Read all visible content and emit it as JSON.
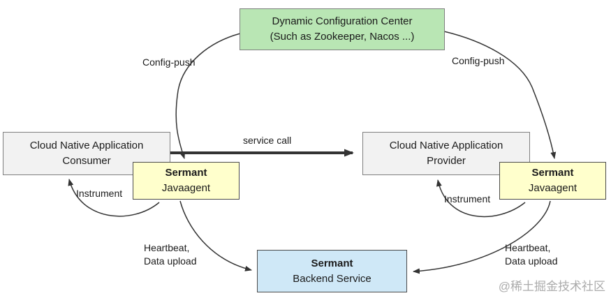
{
  "diagram": {
    "nodes": {
      "config_center": {
        "title": "Dynamic Configuration Center",
        "subtitle": "(Such as Zookeeper, Nacos ...)"
      },
      "consumer": {
        "title": "Cloud Native Application",
        "subtitle": "Consumer"
      },
      "provider": {
        "title": "Cloud Native Application",
        "subtitle": "Provider"
      },
      "agent_consumer": {
        "title": "Sermant",
        "subtitle": "Javaagent"
      },
      "agent_provider": {
        "title": "Sermant",
        "subtitle": "Javaagent"
      },
      "backend": {
        "title": "Sermant",
        "subtitle": "Backend Service"
      }
    },
    "edges": {
      "config_push_left": "Config-push",
      "config_push_right": "Config-push",
      "service_call": "service call",
      "instrument_left": "Instrument",
      "instrument_right": "Instrument",
      "heartbeat_left_line1": "Heartbeat,",
      "heartbeat_left_line2": "Data upload",
      "heartbeat_right_line1": "Heartbeat,",
      "heartbeat_right_line2": "Data upload"
    },
    "colors": {
      "config_center_bg": "#b9e6b4",
      "app_bg": "#f2f2f2",
      "agent_bg": "#ffffcc",
      "backend_bg": "#cfe8f7",
      "border_gray": "#7f7f7f",
      "border_dark": "#4a4a4a",
      "arrow": "#333333"
    },
    "watermark": "@稀土掘金技术社区"
  }
}
